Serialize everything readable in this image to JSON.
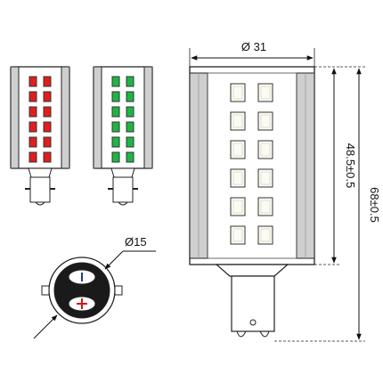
{
  "labels": {
    "width_dim": "Ø 31",
    "body_height_dim": "48.5±0.5",
    "total_height_dim": "68±0.5",
    "base_dim": "Ø15"
  },
  "colors": {
    "red_led": "#e01e1e",
    "green_led": "#1fb545",
    "white_led": "#fbfbf3",
    "outline": "#222222",
    "fin_gray": "#c9c9c9",
    "base_black": "#1a1a1a",
    "polarity_plus": "#d4141b"
  },
  "icons": {
    "polarity_plus": "plus-symbol",
    "polarity_minus": "minus-symbol"
  }
}
